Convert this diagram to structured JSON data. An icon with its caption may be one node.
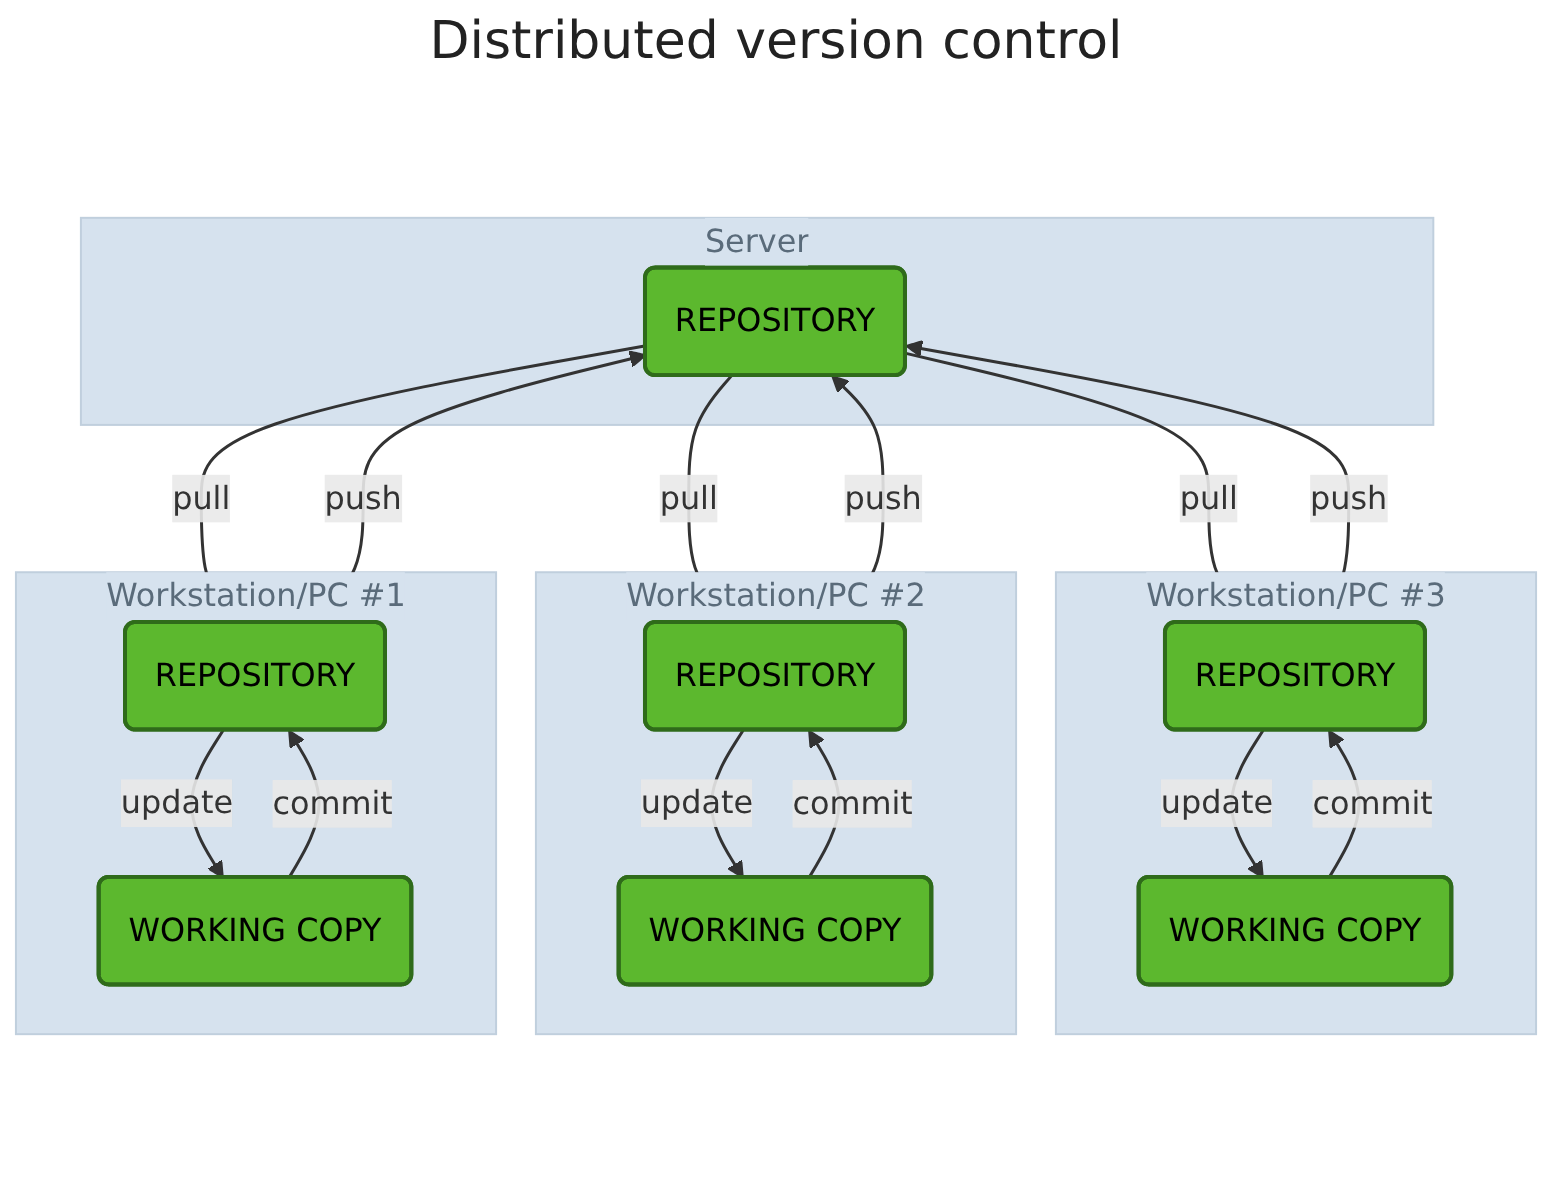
{
  "diagram": {
    "title": "Distributed version control",
    "nodes": [
      {
        "text": [
          "Server"
        ]
      },
      {
        "text": [
          "REPOSITORY"
        ],
        "in": 0
      },
      {
        "text": [
          "Workstation/PC #1"
        ]
      },
      {
        "text": [
          "REPOSITORY"
        ],
        "in": 2
      },
      {
        "text": [
          "WORKING COPY"
        ],
        "in": 2
      },
      {
        "text": [
          "Workstation/PC #2"
        ]
      },
      {
        "text": [
          "REPOSITORY"
        ],
        "in": 5
      },
      {
        "text": [
          "WORKING COPY"
        ],
        "in": 5
      },
      {
        "text": [
          "Workstation/PC #3"
        ]
      },
      {
        "text": [
          "REPOSITORY"
        ],
        "in": 8
      },
      {
        "text": [
          "WORKING COPY"
        ],
        "in": 8
      }
    ],
    "edges": [
      {
        "from": 3,
        "to": 1,
        "arrow": "to",
        "label": "push"
      },
      {
        "from": 1,
        "to": 3,
        "arrow": "to",
        "label": "pull"
      },
      {
        "from": 6,
        "to": 1,
        "arrow": "to",
        "label": "push"
      },
      {
        "from": 1,
        "to": 6,
        "arrow": "to",
        "label": "pull"
      },
      {
        "from": 1,
        "to": 9,
        "arrow": "to",
        "label": "pull"
      },
      {
        "from": 9,
        "to": 1,
        "arrow": "to",
        "label": "push"
      },
      {
        "from": 4,
        "to": 3,
        "arrow": "to",
        "label": "commit"
      },
      {
        "from": 3,
        "to": 4,
        "arrow": "to",
        "label": "update"
      },
      {
        "from": 7,
        "to": 6,
        "arrow": "to",
        "label": "commit"
      },
      {
        "from": 6,
        "to": 7,
        "arrow": "to",
        "label": "update"
      },
      {
        "from": 10,
        "to": 9,
        "arrow": "to",
        "label": "commit"
      },
      {
        "from": 9,
        "to": 10,
        "arrow": "to",
        "label": "update"
      }
    ]
  }
}
